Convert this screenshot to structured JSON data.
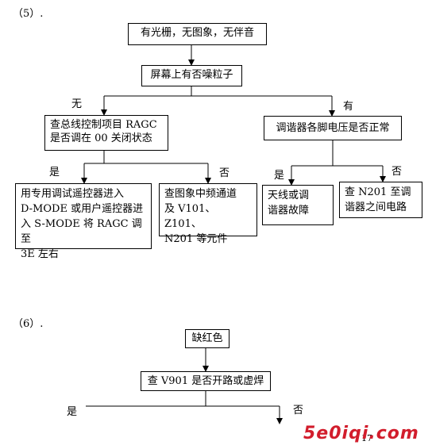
{
  "section5": {
    "label": "（5）.",
    "box_start": "有光栅，无图象，无伴音",
    "box_noise": "屏幕上有否噪粒子",
    "label_no": "无",
    "label_yes": "有",
    "box_ragc": "查总线控制项目 RAGC\n是否调在 00 关闭状态",
    "box_tuner_voltage": "调谐器各脚电压是否正常",
    "label_yes_2": "是",
    "label_no_2": "否",
    "label_yes_3": "是",
    "label_no_3": "否",
    "box_remote": "用专用调试遥控器进入\nD-MODE 或用户遥控器进入 S-MODE 将 RAGC 调至\n3E 左右",
    "box_if_channel": "查图象中频通道\n及 V101、Z101、\nN201 等元件",
    "box_antenna": "天线或调\n谐器故障",
    "box_n201": "查 N201 至调\n谐器之间电路"
  },
  "section6": {
    "label": "（6）.",
    "box_no_red": "缺红色",
    "box_v901": "查 V901 是否开路或虚焊",
    "label_yes": "是",
    "label_no": "否"
  },
  "page_number": "17",
  "watermark": "5e0iqi.com"
}
